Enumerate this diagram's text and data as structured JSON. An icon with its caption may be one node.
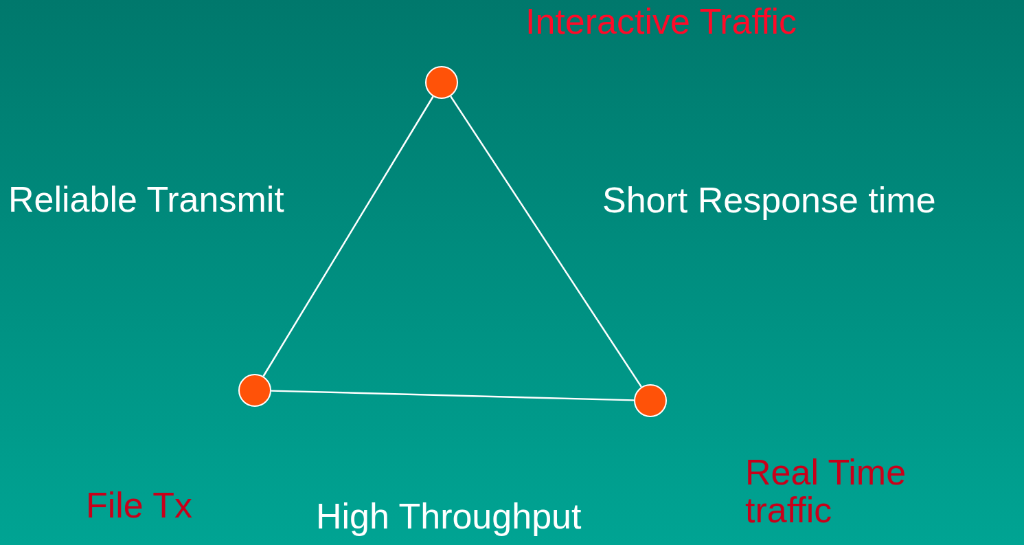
{
  "diagram": {
    "nodes": [
      {
        "text": [],
        "shape": "circle",
        "beside": [
          "Interactive Traffic"
        ]
      },
      {
        "text": [],
        "shape": "circle",
        "beside": [
          "File Tx"
        ]
      },
      {
        "text": [],
        "shape": "circle",
        "beside": [
          "Real Time traffic"
        ]
      }
    ],
    "edges": [
      {
        "from": 0,
        "to": 1,
        "arrow": "none",
        "label": "Reliable Transmit"
      },
      {
        "from": 0,
        "to": 2,
        "arrow": "none",
        "label": "Short Response time"
      },
      {
        "from": 1,
        "to": 2,
        "arrow": "none",
        "label": "High Throughput"
      }
    ]
  }
}
